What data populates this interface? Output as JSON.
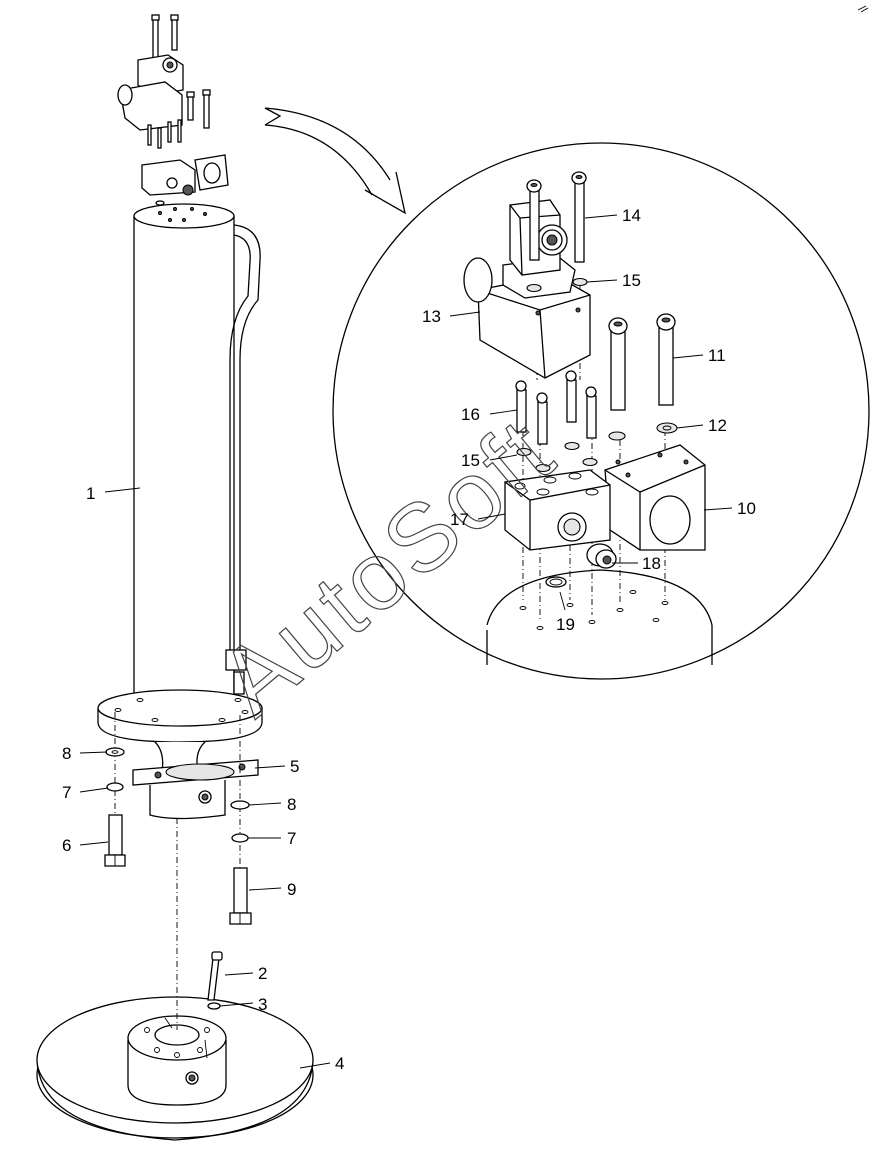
{
  "diagram": {
    "watermark": "AutoSoft",
    "callouts_main": [
      {
        "id": "c1",
        "text": "1"
      },
      {
        "id": "c2",
        "text": "2"
      },
      {
        "id": "c3",
        "text": "3"
      },
      {
        "id": "c4",
        "text": "4"
      },
      {
        "id": "c5",
        "text": "5"
      },
      {
        "id": "c6",
        "text": "6"
      },
      {
        "id": "c7a",
        "text": "7"
      },
      {
        "id": "c7b",
        "text": "7"
      },
      {
        "id": "c8a",
        "text": "8"
      },
      {
        "id": "c8b",
        "text": "8"
      },
      {
        "id": "c9",
        "text": "9"
      }
    ],
    "callouts_detail": [
      {
        "id": "c10",
        "text": "10"
      },
      {
        "id": "c11",
        "text": "11"
      },
      {
        "id": "c12",
        "text": "12"
      },
      {
        "id": "c13",
        "text": "13"
      },
      {
        "id": "c14",
        "text": "14"
      },
      {
        "id": "c15a",
        "text": "15"
      },
      {
        "id": "c15b",
        "text": "15"
      },
      {
        "id": "c16",
        "text": "16"
      },
      {
        "id": "c17",
        "text": "17"
      },
      {
        "id": "c18",
        "text": "18"
      },
      {
        "id": "c19",
        "text": "19"
      }
    ]
  }
}
